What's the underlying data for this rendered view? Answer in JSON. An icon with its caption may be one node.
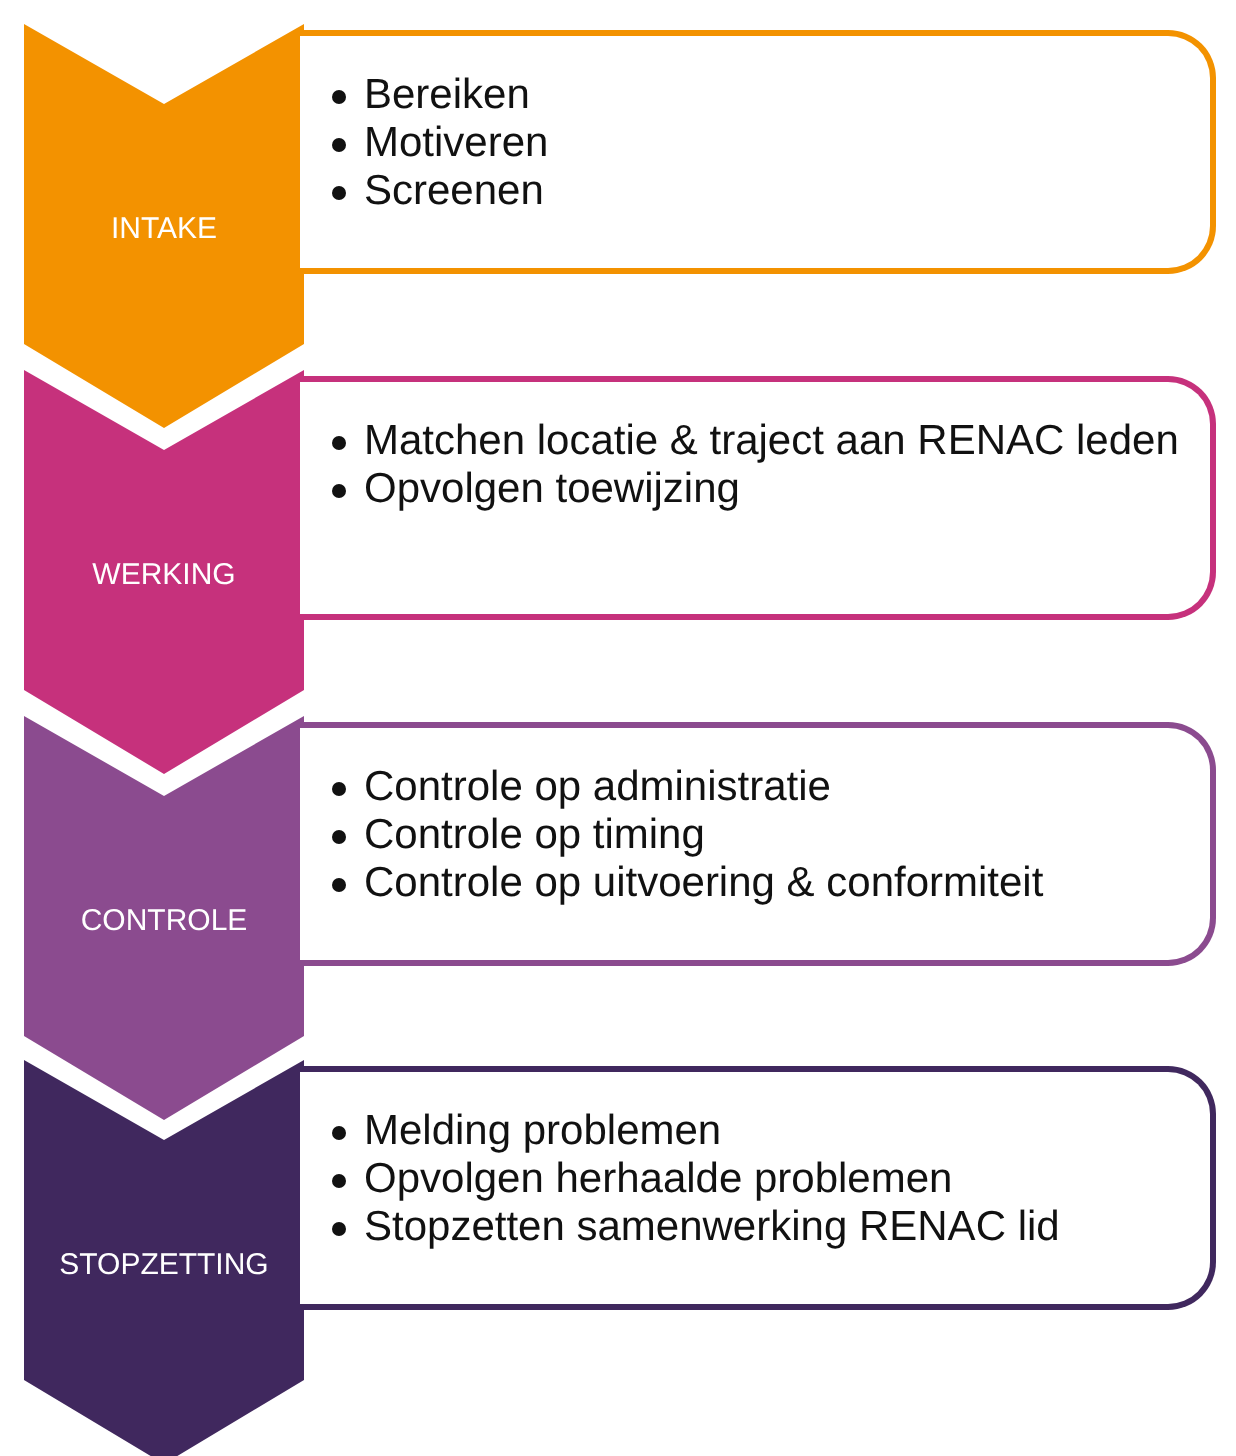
{
  "diagram": {
    "nodes": [
      {
        "text": [
          "INTAKE"
        ]
      },
      {
        "text": [
          "Bereiken",
          "Motiveren",
          "Screenen"
        ]
      },
      {
        "text": [
          "WERKING"
        ]
      },
      {
        "text": [
          "Matchen locatie & traject aan RENAC leden",
          "Opvolgen toewijzing"
        ]
      },
      {
        "text": [
          "CONTROLE"
        ]
      },
      {
        "text": [
          "Controle op administratie",
          "Controle op timing",
          "Controle op uitvoering & conformiteit"
        ]
      },
      {
        "text": [
          "STOPZETTING"
        ]
      },
      {
        "text": [
          "Melding problemen",
          "Opvolgen herhaalde problemen",
          "Stopzetten samenwerking RENAC lid"
        ]
      }
    ]
  }
}
